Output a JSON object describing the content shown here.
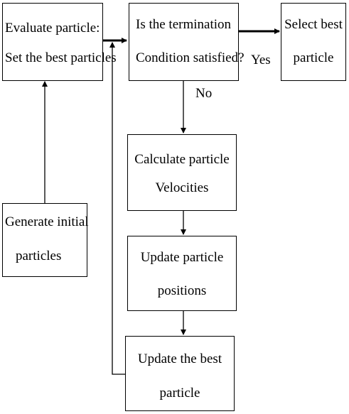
{
  "flowchart": {
    "evaluate": {
      "line1": "Evaluate particle:",
      "line2": "Set the best particles"
    },
    "termination": {
      "line1": "Is the termination",
      "line2": "Condition satisfied?"
    },
    "select": {
      "line1": "Select best",
      "line2": "particle"
    },
    "generate": {
      "line1": "Generate initial",
      "line2": "particles"
    },
    "velocities": {
      "line1": "Calculate particle",
      "line2": "Velocities"
    },
    "positions": {
      "line1": "Update particle",
      "line2": "positions"
    },
    "update_best": {
      "line1": "Update the best",
      "line2": "particle"
    },
    "labels": {
      "yes": "Yes",
      "no": "No"
    }
  }
}
